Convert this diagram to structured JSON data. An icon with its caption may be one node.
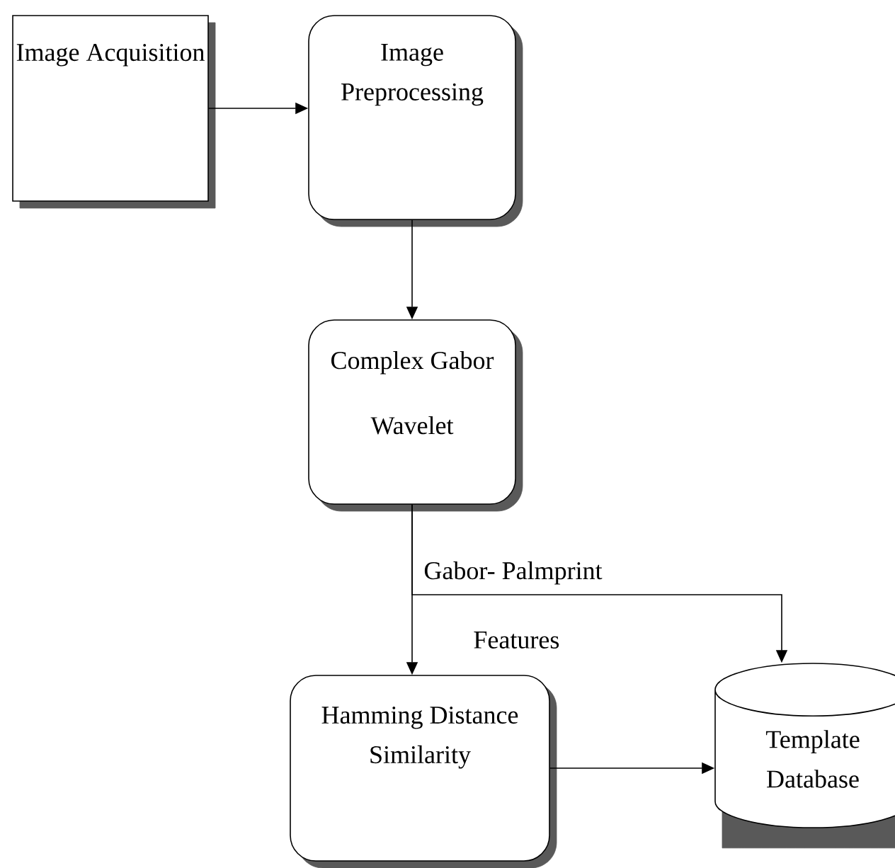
{
  "diagram": {
    "nodes": [
      {
        "text": [
          "Image Acquisition"
        ]
      },
      {
        "text": [
          "Image Preprocessing"
        ]
      },
      {
        "text": [
          "Complex Gabor Wavelet"
        ]
      },
      {
        "text": [
          "Hamming Distance Similarity"
        ]
      },
      {
        "text": [
          "Template Database"
        ]
      }
    ],
    "edges": [
      {
        "from": 0,
        "to": 1,
        "arrow": "to"
      },
      {
        "from": 1,
        "to": 2,
        "arrow": "to"
      },
      {
        "from": 2,
        "to": 3,
        "arrow": "to",
        "label": "Features"
      },
      {
        "from": 2,
        "to": 4,
        "arrow": "to",
        "label": "Gabor- Palmprint"
      },
      {
        "from": 3,
        "to": 4,
        "arrow": "to"
      }
    ]
  }
}
